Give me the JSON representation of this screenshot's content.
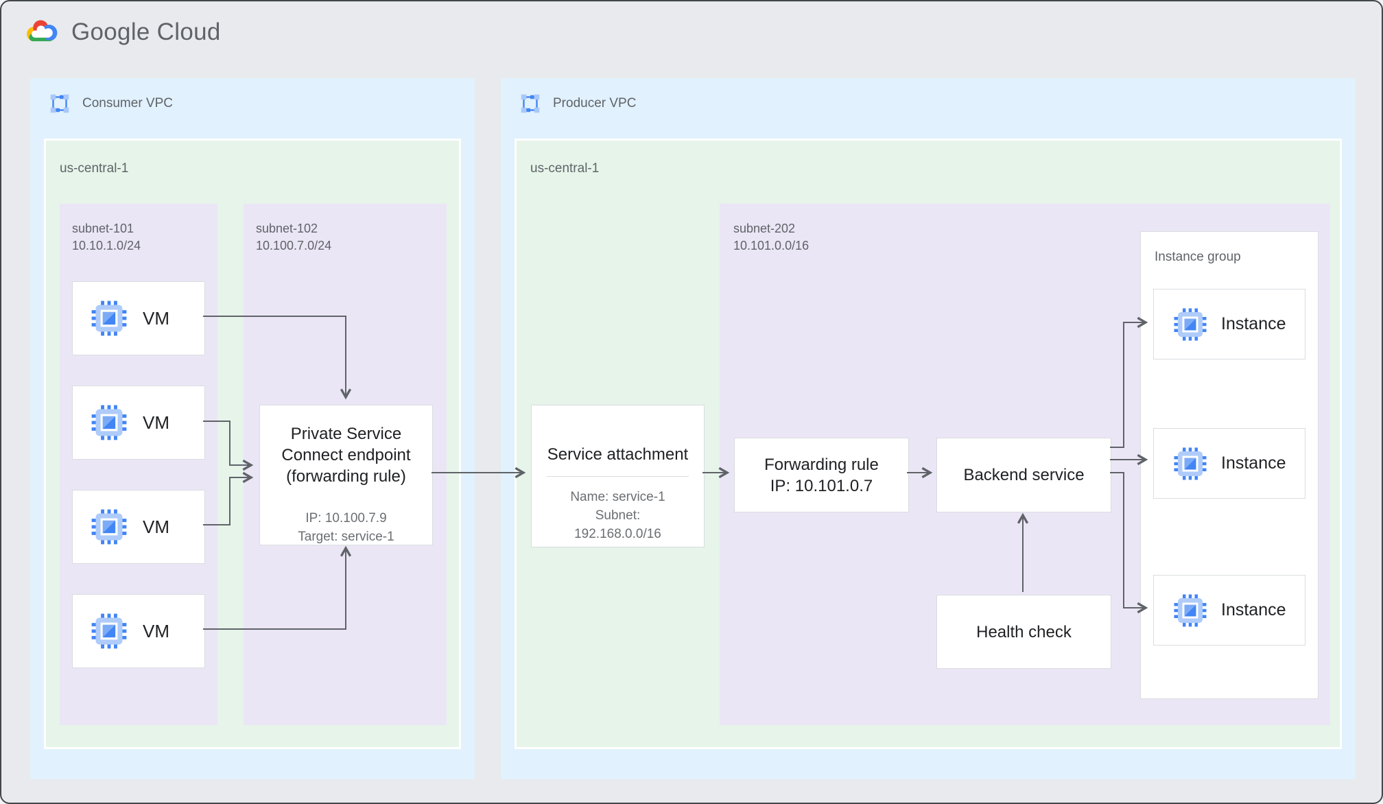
{
  "brand": {
    "title": "Google Cloud"
  },
  "icons": {
    "logo": "google-cloud-icon",
    "vpc": "vpc-network-icon",
    "vm": "compute-engine-chip-icon"
  },
  "consumer_vpc": {
    "label": "Consumer VPC",
    "region": {
      "label": "us-central-1",
      "subnet101": {
        "name": "subnet-101",
        "cidr": "10.10.1.0/24",
        "vms": [
          {
            "label": "VM"
          },
          {
            "label": "VM"
          },
          {
            "label": "VM"
          },
          {
            "label": "VM"
          }
        ]
      },
      "subnet102": {
        "name": "subnet-102",
        "cidr": "10.100.7.0/24",
        "psc_endpoint": {
          "title": "Private Service Connect endpoint (forwarding rule)",
          "ip": "IP: 10.100.7.9",
          "target": "Target: service-1"
        }
      }
    }
  },
  "producer_vpc": {
    "label": "Producer VPC",
    "region": {
      "label": "us-central-1",
      "service_attachment": {
        "title": "Service attachment",
        "name": "Name: service-1",
        "subnet_label": "Subnet:",
        "subnet_cidr": "192.168.0.0/16"
      },
      "subnet202": {
        "name": "subnet-202",
        "cidr": "10.101.0.0/16",
        "forwarding_rule": {
          "line1": "Forwarding rule",
          "line2": "IP: 10.101.0.7"
        },
        "backend_service": {
          "title": "Backend service"
        },
        "health_check": {
          "title": "Health check"
        },
        "instance_group": {
          "label": "Instance group",
          "instances": [
            {
              "label": "Instance"
            },
            {
              "label": "Instance"
            },
            {
              "label": "Instance"
            }
          ]
        }
      }
    }
  },
  "colors": {
    "vpc_bg": "#e1f1fd",
    "region_bg": "#e6f4ea",
    "subnet_bg": "#ebe6f5",
    "node_border": "#dadce0",
    "arrow": "#5f6368",
    "accent_blue": "#4285f4",
    "icon_light_blue": "#aecbfa",
    "logo_red": "#ea4335",
    "logo_yellow": "#fbbc04",
    "logo_green": "#34a853",
    "text_dark": "#202124",
    "text_gray": "#5f6368"
  }
}
